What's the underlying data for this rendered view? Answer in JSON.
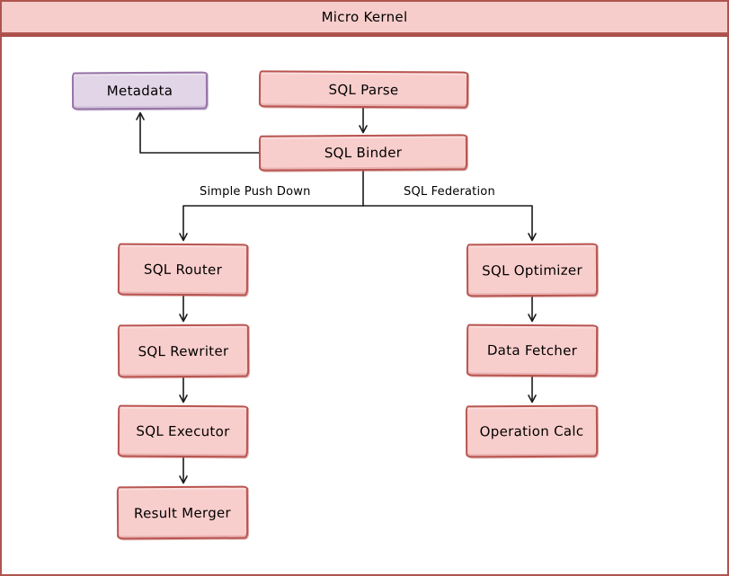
{
  "title": "Micro Kernel",
  "colors": {
    "box_fill": "#f8cecc",
    "box_stroke": "#b85450",
    "metadata_fill": "#e1d5e7",
    "metadata_stroke": "#9673a6",
    "title_bar_fill": "#f6cdcb",
    "arrow": "#1a1a1a",
    "text": "#000000",
    "background": "#ffffff"
  },
  "nodes": {
    "metadata": "Metadata",
    "sql_parse": "SQL Parse",
    "sql_binder": "SQL Binder",
    "sql_router": "SQL Router",
    "sql_rewriter": "SQL Rewriter",
    "sql_executor": "SQL Executor",
    "result_merger": "Result Merger",
    "sql_optimizer": "SQL Optimizer",
    "data_fetcher": "Data Fetcher",
    "operation_calc": "Operation Calc"
  },
  "edges": [
    {
      "from": "SQL Parse",
      "to": "SQL Binder",
      "label": ""
    },
    {
      "from": "SQL Binder",
      "to": "Metadata",
      "label": ""
    },
    {
      "from": "SQL Binder",
      "to": "SQL Router",
      "label": "Simple Push Down"
    },
    {
      "from": "SQL Binder",
      "to": "SQL Optimizer",
      "label": "SQL Federation"
    },
    {
      "from": "SQL Router",
      "to": "SQL Rewriter",
      "label": ""
    },
    {
      "from": "SQL Rewriter",
      "to": "SQL Executor",
      "label": ""
    },
    {
      "from": "SQL Executor",
      "to": "Result Merger",
      "label": ""
    },
    {
      "from": "SQL Optimizer",
      "to": "Data Fetcher",
      "label": ""
    },
    {
      "from": "Data Fetcher",
      "to": "Operation Calc",
      "label": ""
    }
  ]
}
